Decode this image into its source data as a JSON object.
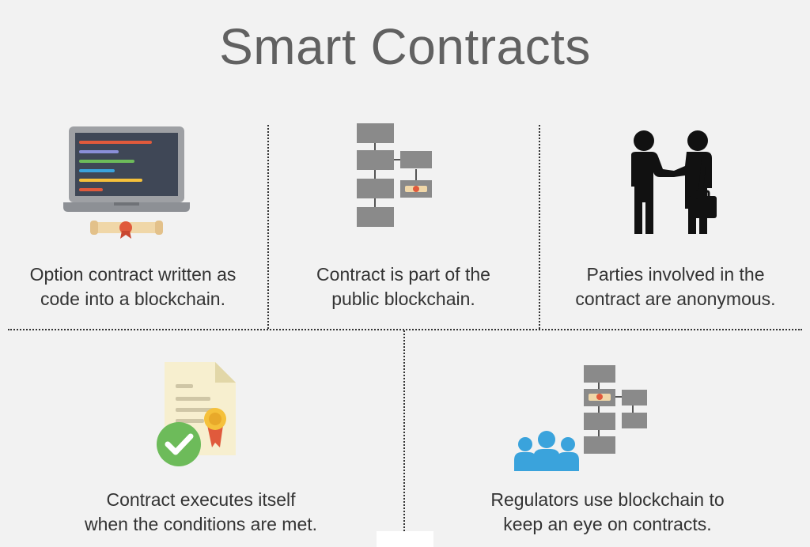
{
  "title": "Smart Contracts",
  "cells": [
    {
      "line1": "Option contract written as",
      "line2": "code into a blockchain.",
      "icon": "laptop-code-icon"
    },
    {
      "line1": "Contract is part of the",
      "line2": "public blockchain.",
      "icon": "blockchain-icon"
    },
    {
      "line1": "Parties involved in the",
      "line2": "contract are anonymous.",
      "icon": "handshake-icon"
    },
    {
      "line1": "Contract executes itself",
      "line2": "when the conditions are met.",
      "icon": "certificate-check-icon"
    },
    {
      "line1": "Regulators use blockchain to",
      "line2": "keep an eye on contracts.",
      "icon": "regulators-blockchain-icon"
    }
  ],
  "colors": {
    "title": "#616161",
    "text": "#333333",
    "block_gray": "#8a8a8a",
    "people_blue": "#3aa3dc",
    "check_green": "#6dbb5a",
    "seal_red": "#e05a3c"
  }
}
